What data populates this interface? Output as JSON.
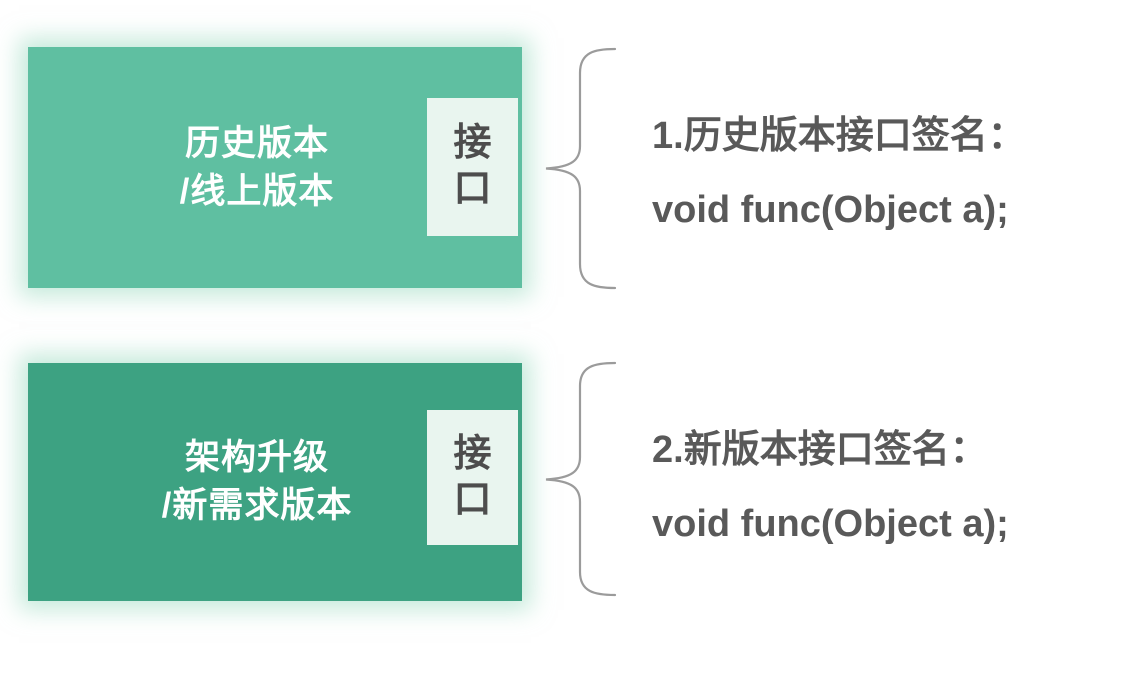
{
  "page": {
    "background": "#FFFFFF"
  },
  "colors": {
    "page_bg": "#FFFFFF",
    "box1_fill": "#5FBFA1",
    "box2_fill": "#3DA282",
    "box_text": "#FFFFFF",
    "tag_bg": "#E9F5EF",
    "tag_text": "#4D4D4D",
    "note_text": "#595959",
    "brace_stroke": "#9B9B9B",
    "glow": "#98D8BE"
  },
  "rows": [
    {
      "box_title_line1": "历史版本",
      "box_title_line2": "/线上版本",
      "tag_label": "接口",
      "note_line1": "1.历史版本接口签名：",
      "note_line2": "void func(Object a);"
    },
    {
      "box_title_line1": "架构升级",
      "box_title_line2": "/新需求版本",
      "tag_label": "接口",
      "note_line1": "2.新版本接口签名：",
      "note_line2": "void func(Object a);"
    }
  ]
}
